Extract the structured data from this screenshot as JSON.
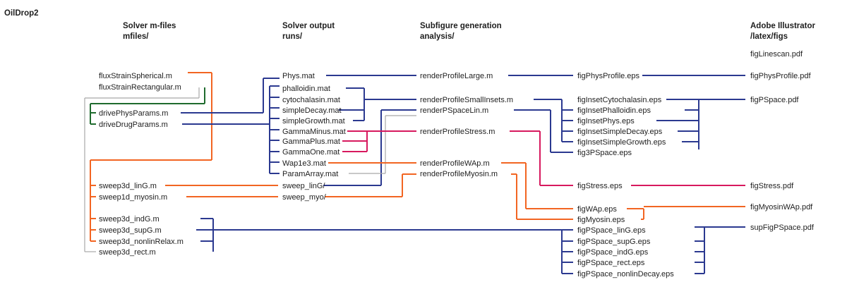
{
  "title": "OilDrop2",
  "columns": [
    {
      "id": "mfiles",
      "line1": "Solver m-files",
      "line2": "mfiles/"
    },
    {
      "id": "runs",
      "line1": "Solver output",
      "line2": "runs/"
    },
    {
      "id": "analysis",
      "line1": "Subfigure generation",
      "line2": "analysis/"
    },
    {
      "id": "figs",
      "line1": "Adobe Illustrator",
      "line2": "/latex/figs"
    }
  ],
  "nodes": {
    "n_fluxSph": "fluxStrainSpherical.m",
    "n_fluxRect": "fluxStrainRectangular.m",
    "n_drivePhys": "drivePhysParams.m",
    "n_driveDrug": "driveDrugParams.m",
    "n_lin": "sweep3d_linG.m",
    "n_myo": "sweep1d_myosin.m",
    "n_ind": "sweep3d_indG.m",
    "n_sup": "sweep3d_supG.m",
    "n_nonlin": "sweep3d_nonlinRelax.m",
    "n_rect": "sweep3d_rect.m",
    "r_phys": "Phys.mat",
    "r_phall": "phalloidin.mat",
    "r_cyto": "cytochalasin.mat",
    "r_decay": "simpleDecay.mat",
    "r_growth": "simpleGrowth.mat",
    "r_gminus": "GammaMinus.mat",
    "r_gplus": "GammaPlus.mat",
    "r_gone": "GammaOne.mat",
    "r_wap": "Wap1e3.mat",
    "r_param": "ParamArray.mat",
    "r_sweeplin": "sweep_linG/",
    "r_sweepmyo": "sweep_myo/",
    "a_large": "renderProfileLarge.m",
    "a_small": "renderProfileSmallInsets.m",
    "a_pspace": "renderPSpaceLin.m",
    "a_stress": "renderProfileStress.m",
    "a_wap": "renderProfileWAp.m",
    "a_myosin": "renderProfileMyosin.m",
    "e_physprof": "figPhysProfile.eps",
    "e_cyto": "figInsetCytochalasin.eps",
    "e_phall": "figInsetPhalloidin.eps",
    "e_phys": "figInsetPhys.eps",
    "e_decay": "figInsetSimpleDecay.eps",
    "e_growth": "figInsetSimpleGrowth.eps",
    "e_3p": "fig3PSpace.eps",
    "e_stress": "figStress.eps",
    "e_wap": "figWAp.eps",
    "e_myosin": "figMyosin.eps",
    "e_plin": "figPSpace_linG.eps",
    "e_psup": "figPSpace_supG.eps",
    "e_pind": "figPSpace_indG.eps",
    "e_prect": "figPSpace_rect.eps",
    "e_pnonlin": "figPSpace_nonlinDecay.eps",
    "p_linescan": "figLinescan.pdf",
    "p_physprof": "figPhysProfile.pdf",
    "p_pspace": "figPSpace.pdf",
    "p_stress": "figStress.pdf",
    "p_myosinwap": "figMyosinWAp.pdf",
    "p_sup": "supFigPSpace.pdf"
  },
  "colors": {
    "blue": "#2b3990",
    "orange": "#f26522",
    "magenta": "#d7195e",
    "green": "#1f6b2e",
    "gray": "#a8a8a8",
    "text": "#1e1e1e"
  }
}
